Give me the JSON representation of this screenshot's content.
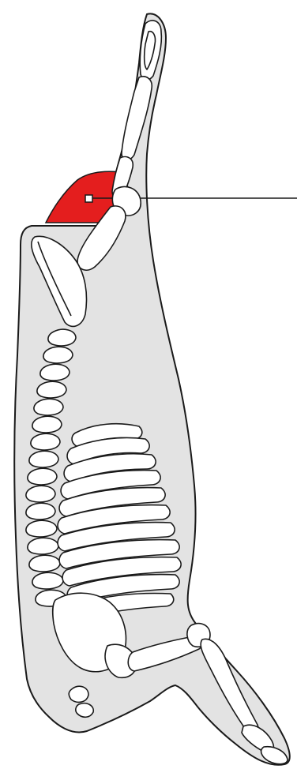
{
  "diagram": {
    "highlight_color": "#e41e1e",
    "carcass_fill": "#e3e3e3",
    "outline_color": "#1a1a1a",
    "bone_fill": "#ffffff",
    "callout_marker": "square-marker-icon",
    "icons": [
      "carcass-silhouette",
      "skeleton",
      "highlighted-cut-region",
      "callout-leader-line"
    ]
  }
}
